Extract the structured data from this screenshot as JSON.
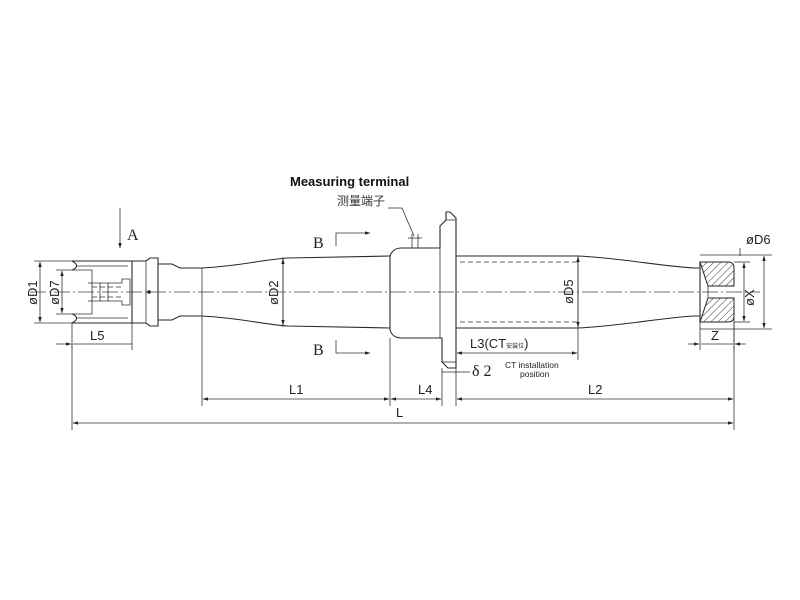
{
  "annotations": {
    "measuring_terminal_en": "Measuring terminal",
    "measuring_terminal_cn": "测量端子",
    "ct_installation_line1": "CT installation",
    "ct_installation_line2": "position",
    "view_a": "A",
    "section_b_top": "B",
    "section_b_bottom": "B"
  },
  "dimensions": {
    "d1": "øD1",
    "d7": "øD7",
    "d2": "øD2",
    "d5": "øD5",
    "d6": "øD6",
    "x": "øX",
    "l": "L",
    "l1": "L1",
    "l2": "L2",
    "l3_prefix": "L3(CT",
    "l3_cn": "安装位",
    "l3_suffix": ")",
    "l4": "L4",
    "l5": "L5",
    "z": "Z",
    "delta2": "δ 2"
  }
}
